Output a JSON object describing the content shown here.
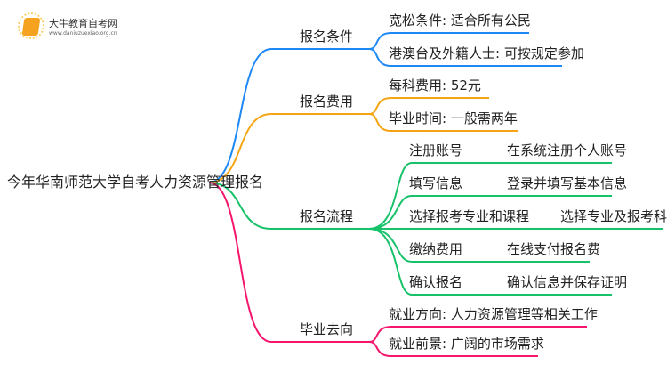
{
  "logo": {
    "name": "大牛教育自考网",
    "url": "www.daniuzuexiao.org.cn"
  },
  "root": "今年华南师范大学自考人力资源管理报名",
  "colors": {
    "blue": "#1e88f5",
    "orange": "#f5a513",
    "green": "#17c26a",
    "pink": "#f5156d"
  },
  "branches": [
    {
      "label": "报名条件",
      "leaves": [
        [
          "宽松条件: 适合所有公民"
        ],
        [
          "港澳台及外籍人士: 可按规定参加"
        ]
      ]
    },
    {
      "label": "报名费用",
      "leaves": [
        [
          "每科费用: 52元"
        ],
        [
          "毕业时间: 一般需两年"
        ]
      ]
    },
    {
      "label": "报名流程",
      "leaves": [
        [
          "注册账号",
          "在系统注册个人账号"
        ],
        [
          "填写信息",
          "登录并填写基本信息"
        ],
        [
          "选择报考专业和课程",
          "选择专业及报考科目"
        ],
        [
          "缴纳费用",
          "在线支付报名费"
        ],
        [
          "确认报名",
          "确认信息并保存证明"
        ]
      ]
    },
    {
      "label": "毕业去向",
      "leaves": [
        [
          "就业方向: 人力资源管理等相关工作"
        ],
        [
          "就业前景: 广阔的市场需求"
        ]
      ]
    }
  ]
}
